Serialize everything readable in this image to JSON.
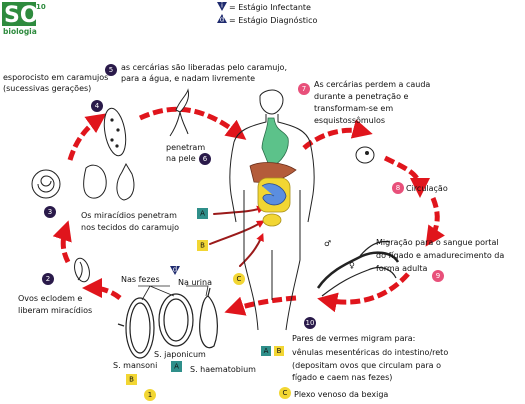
{
  "logo": {
    "mark": "SO",
    "superscript": "10",
    "word": "biologia"
  },
  "legend": {
    "infectante_marker": "i",
    "infectante_label": "= Estágio Infectante",
    "diagnostico_marker": "d",
    "diagnostico_label": "= Estágio Diagnóstico"
  },
  "steps": [
    {
      "num": "1",
      "lines": []
    },
    {
      "num": "2",
      "lines": [
        "Ovos eclodem e",
        "liberam miracídios"
      ]
    },
    {
      "num": "3",
      "lines": [
        "Os miracídios penetram",
        "nos tecidos do caramujo"
      ]
    },
    {
      "num": "4",
      "lines": [
        "esporocisto em caramujos",
        "(sucessivas gerações)"
      ]
    },
    {
      "num": "5",
      "lines": [
        "as cercárias são liberadas pelo caramujo,",
        "para a água, e nadam livremente"
      ]
    },
    {
      "num": "6",
      "lines": [
        "penetram",
        "na pele"
      ]
    },
    {
      "num": "7",
      "lines": [
        "As cercárias perdem a cauda",
        "durante a penetração e",
        "transformam-se em",
        "esquistossômulos"
      ]
    },
    {
      "num": "8",
      "lines": [
        "Circulação"
      ]
    },
    {
      "num": "9",
      "lines": [
        "Migração para o sangue portal",
        "do fígado e amadurecimento da",
        "forma adulta"
      ]
    },
    {
      "num": "10",
      "lines": []
    }
  ],
  "eggs": {
    "nas_fezes": "Nas fezes",
    "na_urina": "Na urina",
    "d_marker": "d",
    "mansoni": "S. mansoni",
    "japonicum": "S. japonicum",
    "haematobium": "S. haematobium",
    "mansoni_badge": "B",
    "japonicum_badge": "A",
    "haematobium_badge": "C"
  },
  "badges": {
    "a": "A",
    "b": "B",
    "c": "C"
  },
  "pairs": {
    "badge_a": "A",
    "badge_b": "B",
    "badge_c": "C",
    "lines": [
      "Pares de vermes migram para:",
      "vênulas mesentéricas do intestino/reto",
      "(depositam ovos que circulam para o",
      "fígado e caem nas fezes)"
    ],
    "plexo": "Plexo venoso da bexiga"
  },
  "symbols": {
    "male": "♂",
    "female": "♀"
  },
  "colors": {
    "arrow": "#e0151c",
    "step_marker": "#2a1a4a",
    "step_marker_pink": "#e8507a",
    "badge_teal": "#2f8f8a",
    "badge_yellow": "#f2d633",
    "logo_green": "#2e8b3e"
  }
}
